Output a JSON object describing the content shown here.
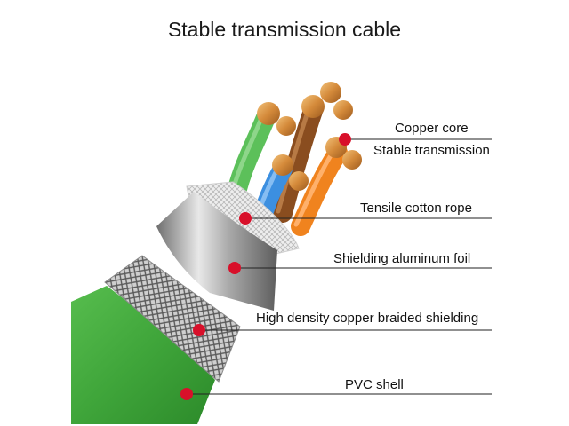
{
  "title": "Stable transmission cable",
  "callouts": {
    "copper_core": "Copper core",
    "stable_transmission": "Stable transmission",
    "tensile_rope": "Tensile cotton rope",
    "aluminum_foil": "Shielding aluminum foil",
    "braided_shielding": "High density copper braided shielding",
    "pvc_shell": "PVC shell"
  },
  "colors": {
    "pvc_green": "#3fa53a",
    "marker_red": "#d8102a",
    "wire_green": "#5cc05a",
    "wire_brown": "#8a4d1f",
    "wire_blue": "#3c8fe0",
    "wire_orange": "#f0831e",
    "copper": "#d48a3a"
  }
}
